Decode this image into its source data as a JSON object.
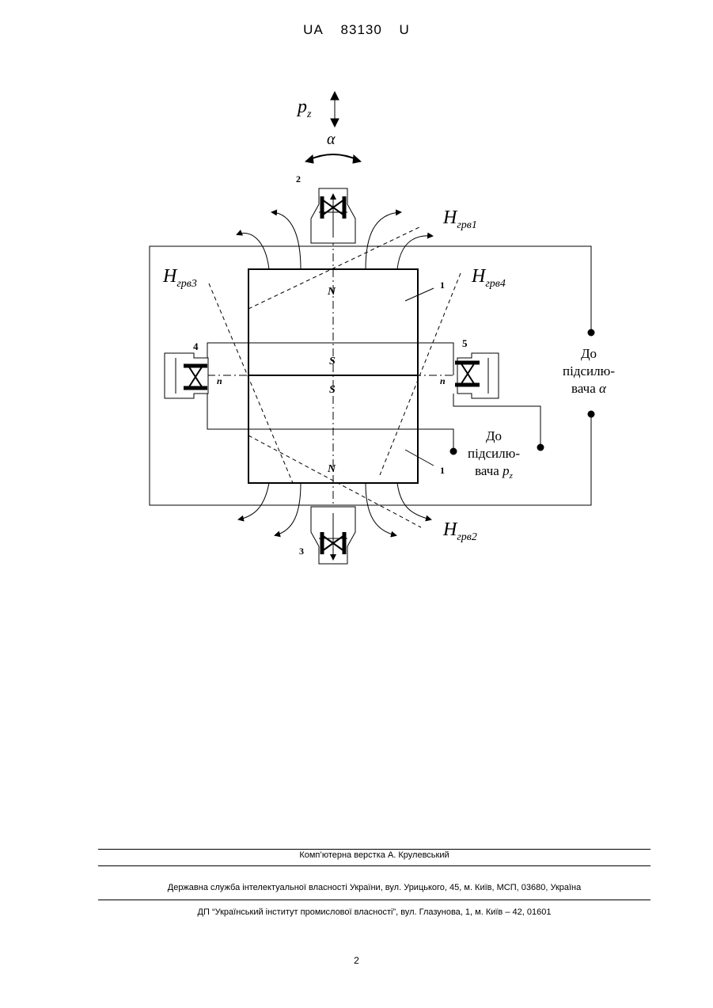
{
  "header": {
    "country": "UA",
    "number": "83130",
    "kind": "U"
  },
  "figure": {
    "p_main": "p",
    "p_sub": "z",
    "alpha": "α",
    "h_main": "H",
    "h1_sub": "грв1",
    "h2_sub": "грв2",
    "h3_sub": "грв3",
    "h4_sub": "грв4",
    "pole_n": "N",
    "pole_s": "S",
    "n_small": "n",
    "num_1": "1",
    "num_2": "2",
    "num_3": "3",
    "num_4": "4",
    "num_5": "5",
    "amp_alpha_l1": "До",
    "amp_alpha_l2": "підсилю-",
    "amp_alpha_l3": "вача",
    "amp_alpha_sym": "α",
    "amp_pz_l1": "До",
    "amp_pz_l2": "підсилю-",
    "amp_pz_l3": "вача",
    "amp_pz_sym_main": "p",
    "amp_pz_sym_sub": "z"
  },
  "footer": {
    "layout": "Комп’ютерна верстка А. Крулевський",
    "office": "Державна служба інтелектуальної власності України, вул. Урицького, 45, м. Київ, МСП, 03680, Україна",
    "institute": "ДП “Український інститут промислової власності”, вул. Глазунова, 1, м. Київ – 42, 01601"
  },
  "page_number": "2"
}
